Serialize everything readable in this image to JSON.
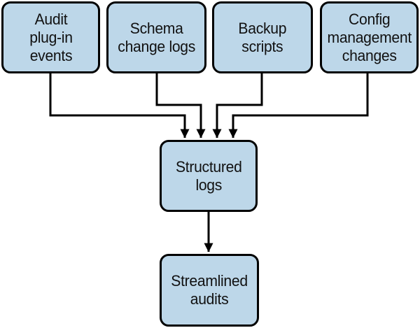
{
  "diagram": {
    "nodes": {
      "audit": {
        "label": "Audit\nplug-in\nevents"
      },
      "schema": {
        "label": "Schema\nchange logs"
      },
      "backup": {
        "label": "Backup\nscripts"
      },
      "config": {
        "label": "Config\nmanagement\nchanges"
      },
      "structured": {
        "label": "Structured\nlogs"
      },
      "streamlined": {
        "label": "Streamlined\naudits"
      }
    },
    "edges": [
      {
        "from": "audit",
        "to": "structured",
        "arrow": true
      },
      {
        "from": "schema",
        "to": "structured",
        "arrow": true
      },
      {
        "from": "backup",
        "to": "structured",
        "arrow": true
      },
      {
        "from": "config",
        "to": "structured",
        "arrow": true
      },
      {
        "from": "structured",
        "to": "streamlined",
        "arrow": true
      }
    ],
    "colors": {
      "node_fill": "#bdd7e9",
      "node_border": "#000000",
      "arrow": "#000000",
      "background": "#ffffff",
      "text": "#111111"
    }
  }
}
